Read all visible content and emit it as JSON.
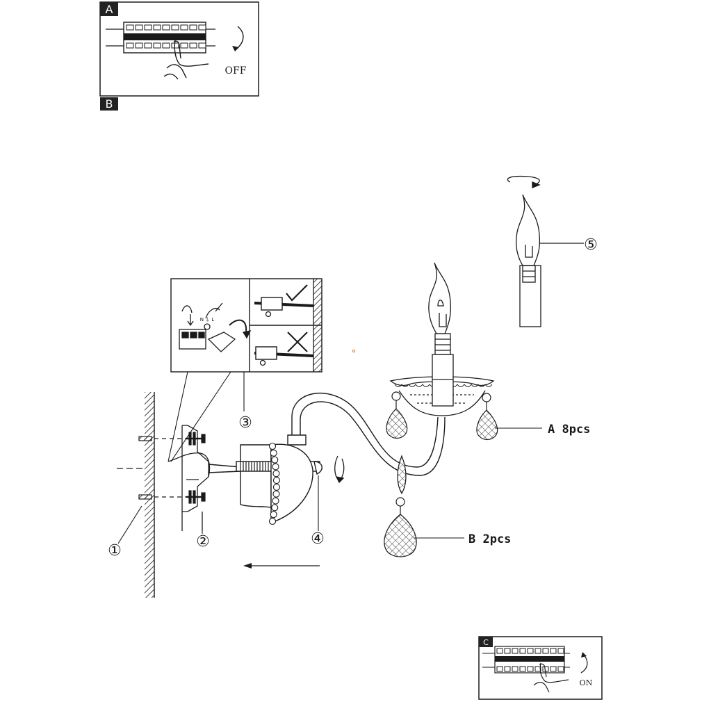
{
  "step_a": {
    "badge": "A",
    "switch_label": "OFF"
  },
  "step_b": {
    "badge": "B"
  },
  "step_c": {
    "badge": "C",
    "switch_label": "ON"
  },
  "wiring_inset": {
    "terminal_letters": "N ⏚ L"
  },
  "callouts": {
    "c1": "①",
    "c2": "②",
    "c3": "③",
    "c4": "④",
    "c5": "⑤"
  },
  "parts": {
    "crystal_a": "A 8pcs",
    "crystal_b": "B 2pcs"
  },
  "colors": {
    "ink": "#1a1a1a",
    "badge_bg": "#222222",
    "accent_dot": "#e07a3a"
  },
  "icons": [
    "switch-panel-icon",
    "hand-icon",
    "rotate-arrow-icon",
    "checkmark-icon",
    "cross-icon",
    "bulb-icon"
  ]
}
